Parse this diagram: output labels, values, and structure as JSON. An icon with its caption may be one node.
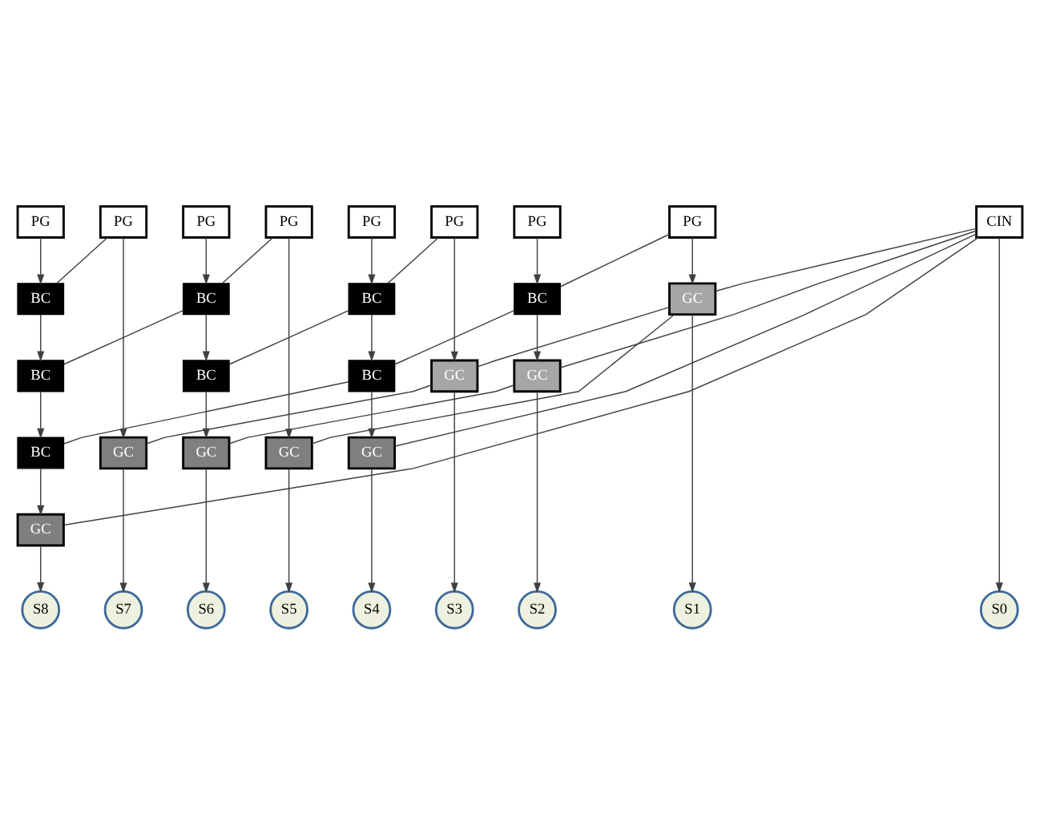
{
  "diagram": {
    "nodes": [
      {
        "text": [
          "PG"
        ]
      },
      {
        "text": [
          "PG"
        ]
      },
      {
        "text": [
          "PG"
        ]
      },
      {
        "text": [
          "PG"
        ]
      },
      {
        "text": [
          "PG"
        ]
      },
      {
        "text": [
          "PG"
        ]
      },
      {
        "text": [
          "PG"
        ]
      },
      {
        "text": [
          "PG"
        ]
      },
      {
        "text": [
          "CIN"
        ]
      },
      {
        "text": [
          "BC"
        ]
      },
      {
        "text": [
          "BC"
        ]
      },
      {
        "text": [
          "BC"
        ]
      },
      {
        "text": [
          "BC"
        ]
      },
      {
        "text": [
          "GC"
        ]
      },
      {
        "text": [
          "BC"
        ]
      },
      {
        "text": [
          "BC"
        ]
      },
      {
        "text": [
          "BC"
        ]
      },
      {
        "text": [
          "GC"
        ]
      },
      {
        "text": [
          "GC"
        ]
      },
      {
        "text": [
          "BC"
        ]
      },
      {
        "text": [
          "GC"
        ]
      },
      {
        "text": [
          "GC"
        ]
      },
      {
        "text": [
          "GC"
        ]
      },
      {
        "text": [
          "GC"
        ]
      },
      {
        "text": [
          "GC"
        ]
      },
      {
        "text": [
          "S8"
        ]
      },
      {
        "text": [
          "S7"
        ]
      },
      {
        "text": [
          "S6"
        ]
      },
      {
        "text": [
          "S5"
        ]
      },
      {
        "text": [
          "S4"
        ]
      },
      {
        "text": [
          "S3"
        ]
      },
      {
        "text": [
          "S2"
        ]
      },
      {
        "text": [
          "S1"
        ]
      },
      {
        "text": [
          "S0"
        ]
      }
    ],
    "edges": [
      {
        "from": 0,
        "to": 9,
        "arrow": "to"
      },
      {
        "from": 1,
        "to": 9,
        "arrow": "none"
      },
      {
        "from": 2,
        "to": 10,
        "arrow": "to"
      },
      {
        "from": 3,
        "to": 10,
        "arrow": "none"
      },
      {
        "from": 4,
        "to": 11,
        "arrow": "to"
      },
      {
        "from": 5,
        "to": 11,
        "arrow": "none"
      },
      {
        "from": 6,
        "to": 12,
        "arrow": "to"
      },
      {
        "from": 7,
        "to": 12,
        "arrow": "none"
      },
      {
        "from": 7,
        "to": 13,
        "arrow": "to"
      },
      {
        "from": 8,
        "to": 13,
        "arrow": "none"
      },
      {
        "from": 9,
        "to": 14,
        "arrow": "to"
      },
      {
        "from": 10,
        "to": 14,
        "arrow": "none"
      },
      {
        "from": 10,
        "to": 15,
        "arrow": "to"
      },
      {
        "from": 11,
        "to": 15,
        "arrow": "none"
      },
      {
        "from": 11,
        "to": 16,
        "arrow": "to"
      },
      {
        "from": 12,
        "to": 16,
        "arrow": "none"
      },
      {
        "from": 5,
        "to": 17,
        "arrow": "to"
      },
      {
        "from": 13,
        "to": 17,
        "arrow": "none"
      },
      {
        "from": 12,
        "to": 18,
        "arrow": "to"
      },
      {
        "from": 8,
        "to": 18,
        "arrow": "none"
      },
      {
        "from": 14,
        "to": 19,
        "arrow": "to"
      },
      {
        "from": 16,
        "to": 19,
        "arrow": "none"
      },
      {
        "from": 1,
        "to": 20,
        "arrow": "to"
      },
      {
        "from": 17,
        "to": 20,
        "arrow": "none"
      },
      {
        "from": 15,
        "to": 21,
        "arrow": "to"
      },
      {
        "from": 18,
        "to": 21,
        "arrow": "none"
      },
      {
        "from": 3,
        "to": 22,
        "arrow": "to"
      },
      {
        "from": 13,
        "to": 22,
        "arrow": "none"
      },
      {
        "from": 16,
        "to": 23,
        "arrow": "to"
      },
      {
        "from": 8,
        "to": 23,
        "arrow": "none"
      },
      {
        "from": 19,
        "to": 24,
        "arrow": "to"
      },
      {
        "from": 8,
        "to": 24,
        "arrow": "none"
      },
      {
        "from": 24,
        "to": 25,
        "arrow": "to"
      },
      {
        "from": 20,
        "to": 26,
        "arrow": "to"
      },
      {
        "from": 21,
        "to": 27,
        "arrow": "to"
      },
      {
        "from": 22,
        "to": 28,
        "arrow": "to"
      },
      {
        "from": 23,
        "to": 29,
        "arrow": "to"
      },
      {
        "from": 17,
        "to": 30,
        "arrow": "to"
      },
      {
        "from": 18,
        "to": 31,
        "arrow": "to"
      },
      {
        "from": 13,
        "to": 32,
        "arrow": "to"
      },
      {
        "from": 8,
        "to": 33,
        "arrow": "to"
      }
    ]
  }
}
